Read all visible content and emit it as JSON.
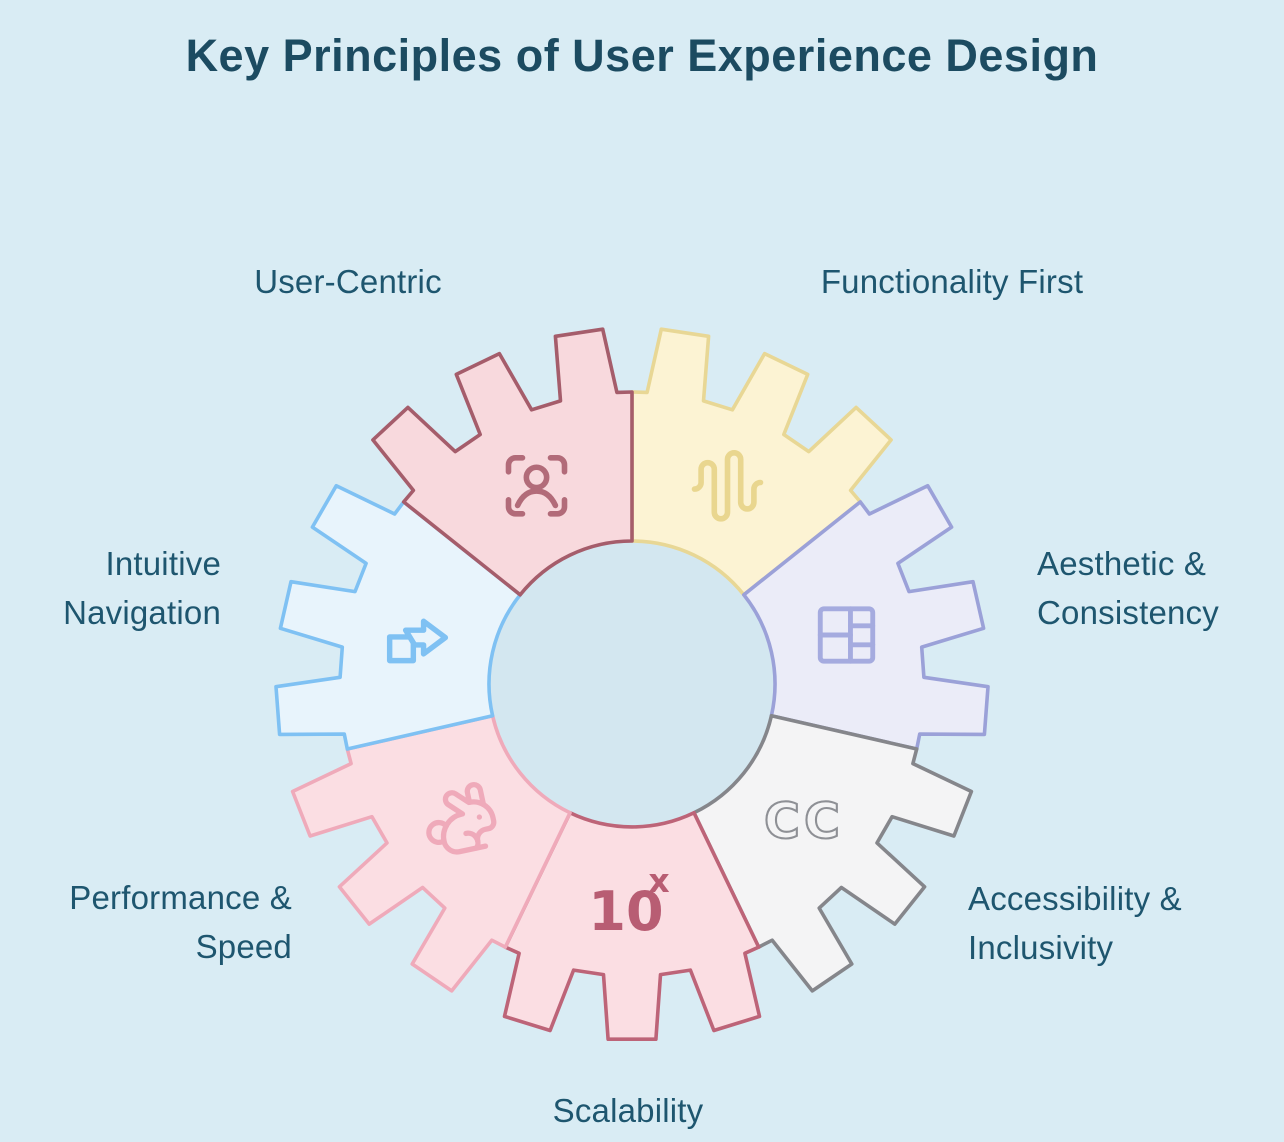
{
  "title": "Key Principles of User Experience Design",
  "colors": {
    "background": "#d9ecf4",
    "title_text": "#1c4b61",
    "label_text": "#1e566f",
    "center_circle_fill": "#d3e7f0"
  },
  "segments": [
    {
      "id": "functionality-first",
      "label": "Functionality First",
      "label_lines": [
        "Functionality First"
      ],
      "fill": "#fcf3d3",
      "stroke": "#e8d795",
      "icon": "audio-waveform-icon",
      "icon_color": "#e9d68f"
    },
    {
      "id": "aesthetic-consistency",
      "label": "Aesthetic & Consistency",
      "label_lines": [
        "Aesthetic &",
        "Consistency"
      ],
      "fill": "#ebecf8",
      "stroke": "#9ba1d8",
      "icon": "layout-grid-icon",
      "icon_color": "#a5abdf"
    },
    {
      "id": "accessibility-inclusivity",
      "label": "Accessibility & Inclusivity",
      "label_lines": [
        "Accessibility &",
        "Inclusivity"
      ],
      "fill": "#f4f4f5",
      "stroke": "#85868b",
      "icon": "closed-captions-icon",
      "icon_color": "#8e9095",
      "icon_text": "CC"
    },
    {
      "id": "scalability",
      "label": "Scalability",
      "label_lines": [
        "Scalability"
      ],
      "fill": "#fbdee3",
      "stroke": "#bd6478",
      "icon": "exponent-10x-icon",
      "icon_color": "#b85d73",
      "icon_text_base": "10",
      "icon_text_sup": "x"
    },
    {
      "id": "performance-speed",
      "label": "Performance & Speed",
      "label_lines": [
        "Performance &",
        "Speed"
      ],
      "fill": "#fbdee3",
      "stroke": "#efaaba",
      "icon": "rabbit-icon",
      "icon_color": "#efaaba"
    },
    {
      "id": "intuitive-navigation",
      "label": "Intuitive Navigation",
      "label_lines": [
        "Intuitive",
        "Navigation"
      ],
      "fill": "#e8f4fc",
      "stroke": "#7fc1f3",
      "icon": "forward-arrow-icon",
      "icon_color": "#7fc1f3"
    },
    {
      "id": "user-centric",
      "label": "User-Centric",
      "label_lines": [
        "User-Centric"
      ],
      "fill": "#f8d9dd",
      "stroke": "#a55d6b",
      "icon": "user-scan-icon",
      "icon_color": "#b26b79"
    }
  ]
}
